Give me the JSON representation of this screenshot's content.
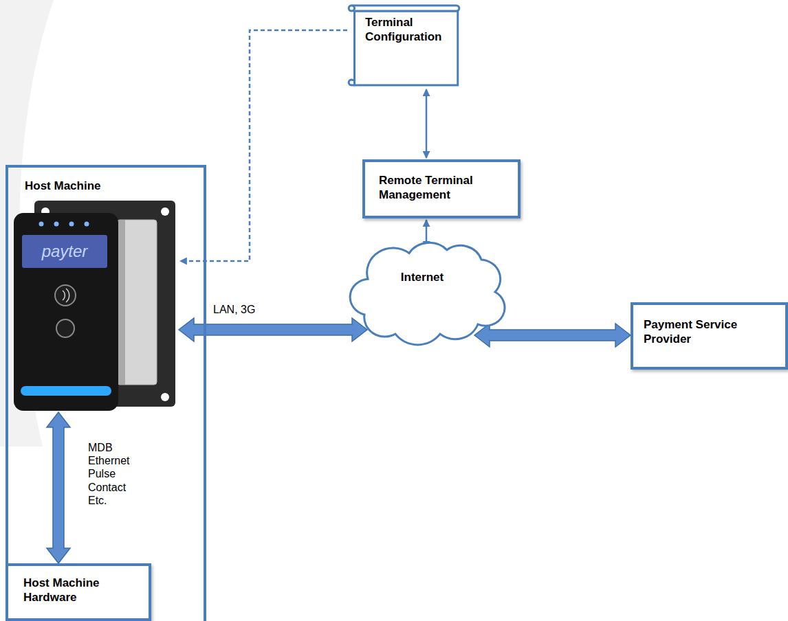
{
  "diagram": {
    "nodes": [
      {
        "text": [
          "Terminal Configuration"
        ]
      },
      {
        "text": [
          "Host Machine"
        ]
      },
      {
        "text": [
          "payter"
        ],
        "in": 1
      },
      {
        "text": [
          "Remote Terminal Management"
        ]
      },
      {
        "text": [
          "Internet"
        ]
      },
      {
        "text": [
          "Payment Service Provider"
        ]
      },
      {
        "text": [
          "Host Machine Hardware"
        ],
        "in": 1
      }
    ],
    "edges": [
      {
        "from": 0,
        "to": 2,
        "arrow": "to"
      },
      {
        "from": 0,
        "to": 3,
        "arrow": "both"
      },
      {
        "from": 3,
        "to": 4,
        "arrow": "both"
      },
      {
        "from": 2,
        "to": 4,
        "label": "LAN, 3G",
        "arrow": "both"
      },
      {
        "from": 4,
        "to": 5,
        "arrow": "both"
      },
      {
        "from": 2,
        "to": 6,
        "label": "MDB Ethernet Pulse Contact Etc.",
        "arrow": "both"
      }
    ]
  }
}
